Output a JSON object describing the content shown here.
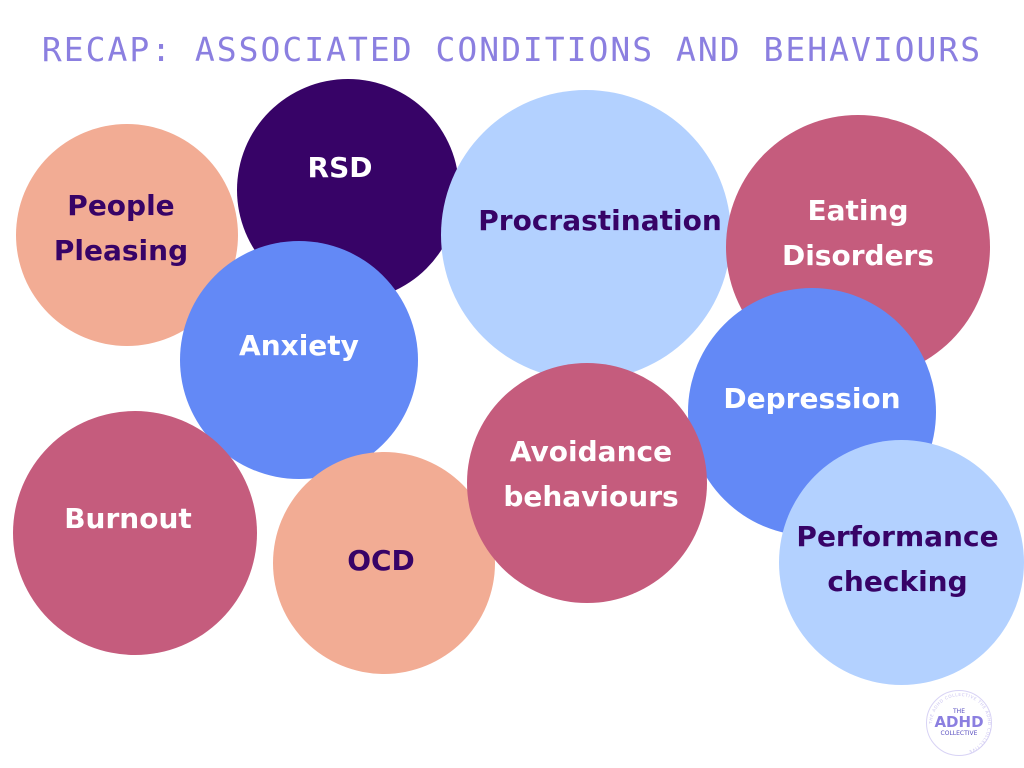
{
  "title": "RECAP: ASSOCIATED CONDITIONS AND BEHAVIOURS",
  "colors": {
    "title": "#8b7fe0",
    "peach": "#f2ac94",
    "deep_purple": "#370367",
    "light_blue": "#b3d1ff",
    "rose": "#c55c7d",
    "periwinkle": "#6389f6",
    "dark_text": "#370367",
    "light_text": "#ffffff"
  },
  "bubbles": [
    {
      "label": "People\nPleasing"
    },
    {
      "label": "RSD"
    },
    {
      "label": "Procrastination"
    },
    {
      "label": "Eating\nDisorders"
    },
    {
      "label": "Anxiety"
    },
    {
      "label": "Depression"
    },
    {
      "label": "Burnout"
    },
    {
      "label": "OCD"
    },
    {
      "label": "Avoidance\nbehaviours"
    },
    {
      "label": "Performance\nchecking"
    }
  ],
  "logo": {
    "top": "THE",
    "main": "ADHD",
    "bottom": "COLLECTIVE",
    "ring_text": "THE ADHD COLLECTIVE THE ADHD COLLECTIVE"
  }
}
